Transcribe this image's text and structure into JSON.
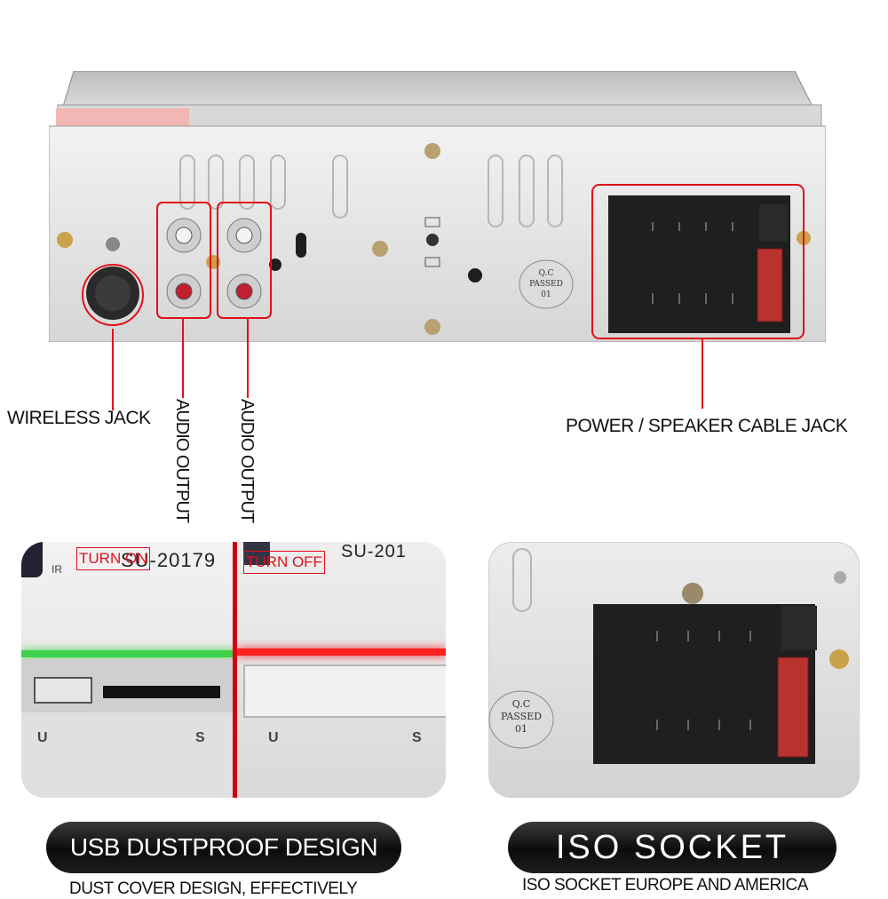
{
  "top": {
    "wireless_label": "WIRELESS JACK",
    "audio_out_1": "AUDIO OUTPUT",
    "audio_out_2": "AUDIO OUTPUT",
    "power_label": "POWER / SPEAKER CABLE JACK",
    "qc_sticker": {
      "line1": "Q.C",
      "line2": "PASSED",
      "line3": "01"
    }
  },
  "left_panel": {
    "ir_label": "IR",
    "model_text_1": "SU-20179",
    "model_text_2": "SU-201",
    "turn_on": "TURN ON",
    "turn_off": "TURN OFF",
    "port_u_1": "U",
    "port_s_1": "S",
    "port_u_2": "U",
    "port_s_2": "S",
    "title": "USB DUSTPROOF DESIGN",
    "caption": "DUST COVER DESIGN, EFFECTIVELY"
  },
  "right_panel": {
    "qc_sticker": {
      "line1": "Q.C",
      "line2": "PASSED",
      "line3": "01"
    },
    "title": "ISO SOCKET",
    "caption": "ISO SOCKET EUROPE AND AMERICA"
  },
  "colors": {
    "highlight": "#e0101a",
    "pill": "#111111",
    "led_on": "#3fd24a",
    "led_off": "#ff2020"
  }
}
